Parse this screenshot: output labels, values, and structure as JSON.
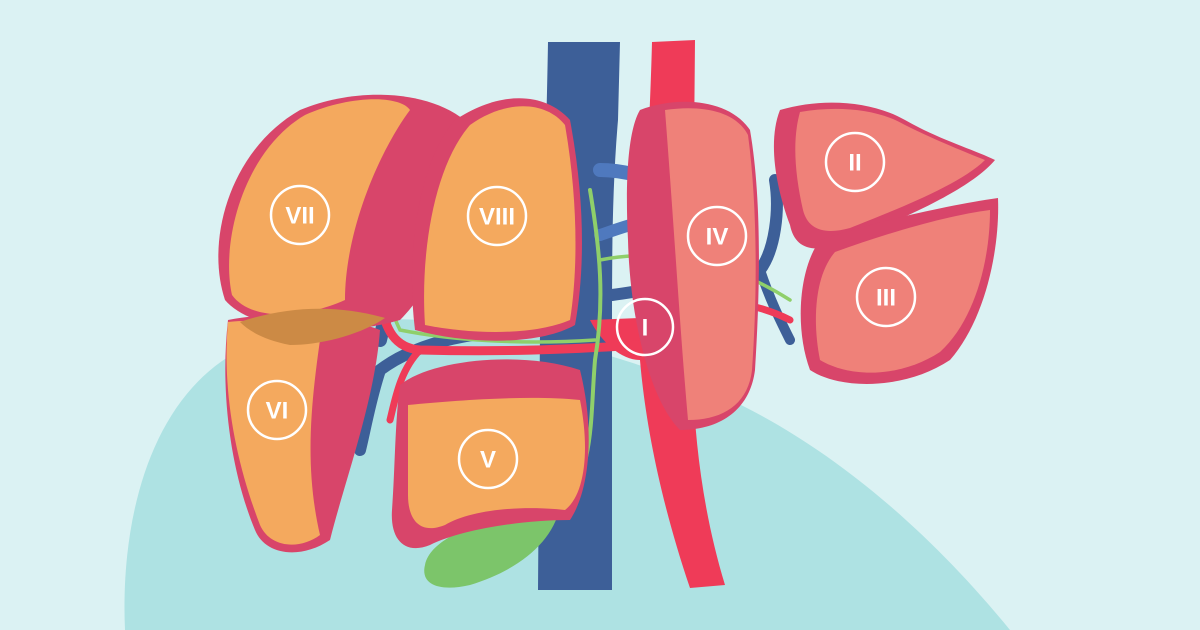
{
  "colors": {
    "background": "#dbf2f3",
    "blob": "#aee2e3",
    "vein": "#3d5f98",
    "vein_light": "#4f79be",
    "artery": "#ef3b58",
    "bile": "#8fcf6a",
    "gallbladder": "#7cc56a",
    "right_lobe_outer": "#d8456a",
    "right_lobe_inner": "#f4a95e",
    "left_lobe_outer": "#d8456a",
    "left_lobe_inner": "#ef8179",
    "label": "#ffffff"
  },
  "segments": {
    "I": "I",
    "II": "II",
    "III": "III",
    "IV": "IV",
    "V": "V",
    "VI": "VI",
    "VII": "VII",
    "VIII": "VIII"
  }
}
